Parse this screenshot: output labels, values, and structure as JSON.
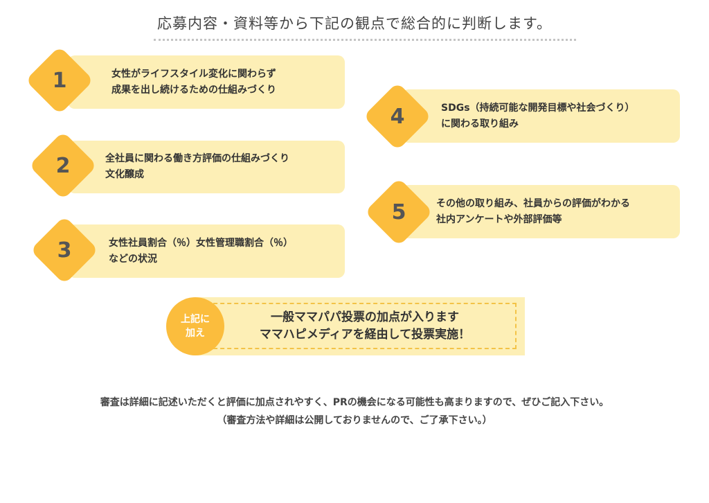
{
  "heading": "応募内容・資料等から下記の観点で総合的に判断します。",
  "criteria": [
    {
      "number": "1",
      "text": "女性がライフスタイル変化に関わらず\n成果を出し続けるための仕組みづくり"
    },
    {
      "number": "2",
      "text": "全社員に関わる働き方評価の仕組みづくり\n文化醸成"
    },
    {
      "number": "3",
      "text": "女性社員割合（％）女性管理職割合（％）\nなどの状況"
    },
    {
      "number": "4",
      "text": "SDGs（持続可能な開発目標や社会づくり）\nに関わる取り組み"
    },
    {
      "number": "5",
      "text": "その他の取り組み、社員からの評価がわかる\n社内アンケートや外部評価等"
    }
  ],
  "bonus": {
    "badge": "上記に\n加え",
    "text": "一般ママパパ投票の加点が入ります\nママハピメディアを経由して投票実施！"
  },
  "notes": [
    "審査は詳細に記述いただくと評価に加点されやすく、PRの機会になる可能性も高まりますので、ぜひご記入下さい。",
    "（審査方法や詳細は公開しておりませんので、ご了承下さい。）"
  ],
  "colors": {
    "diamond": "#fbbd3d",
    "box": "#fdefb6",
    "dashed_border": "#f3c347",
    "dotted_rule": "#c4c4c4"
  }
}
